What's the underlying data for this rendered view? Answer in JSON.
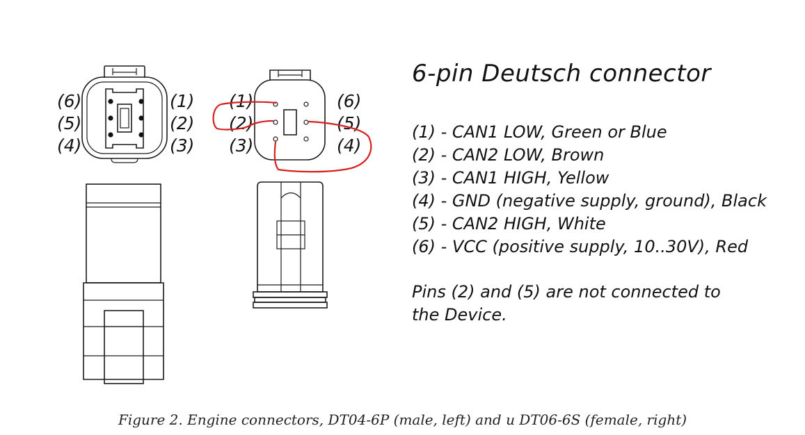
{
  "title": "6-pin Deutsch connector",
  "male_connector_labels": {
    "left": [
      "(6)",
      "(5)",
      "(4)"
    ],
    "right": [
      "(1)",
      "(2)",
      "(3)"
    ]
  },
  "female_connector_labels": {
    "left": [
      "(1)",
      "(2)",
      "(3)"
    ],
    "right": [
      "(6)",
      "(5)",
      "(4)"
    ]
  },
  "pin_descriptions": [
    "(1) - CAN1 LOW, Green or Blue",
    "(2) - CAN2 LOW, Brown",
    "(3) - CAN1 HIGH, Yellow",
    "(4) - GND (negative supply, ground), Black",
    "(5) - CAN2 HIGH, White",
    "(6) - VCC (positive supply, 10..30V), Red"
  ],
  "note": "Pins (2) and (5) are not connected to the Device.",
  "caption": "Figure 2. Engine connectors, DT04-6P (male, left) and u DT06-6S (female, right)",
  "colors": {
    "line": "#1a1a1a",
    "annotation": "#d62020",
    "text": "#111111"
  }
}
